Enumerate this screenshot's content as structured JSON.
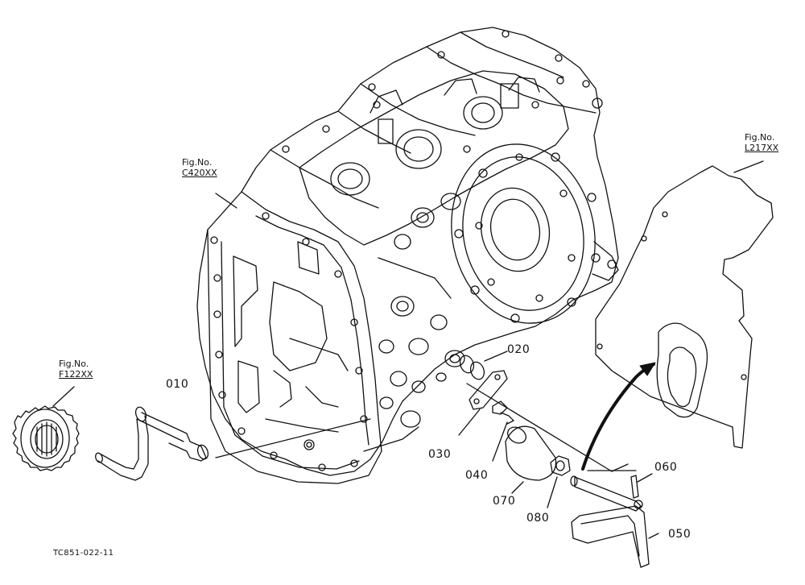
{
  "figure_refs": [
    {
      "caption": "Fig.No.",
      "code": "C420XX"
    },
    {
      "caption": "Fig.No.",
      "code": "L217XX"
    },
    {
      "caption": "Fig.No.",
      "code": "F122XX"
    }
  ],
  "parts": [
    "010",
    "020",
    "030",
    "040",
    "050",
    "060",
    "070",
    "080"
  ],
  "footer_code": "TC851-022-11"
}
